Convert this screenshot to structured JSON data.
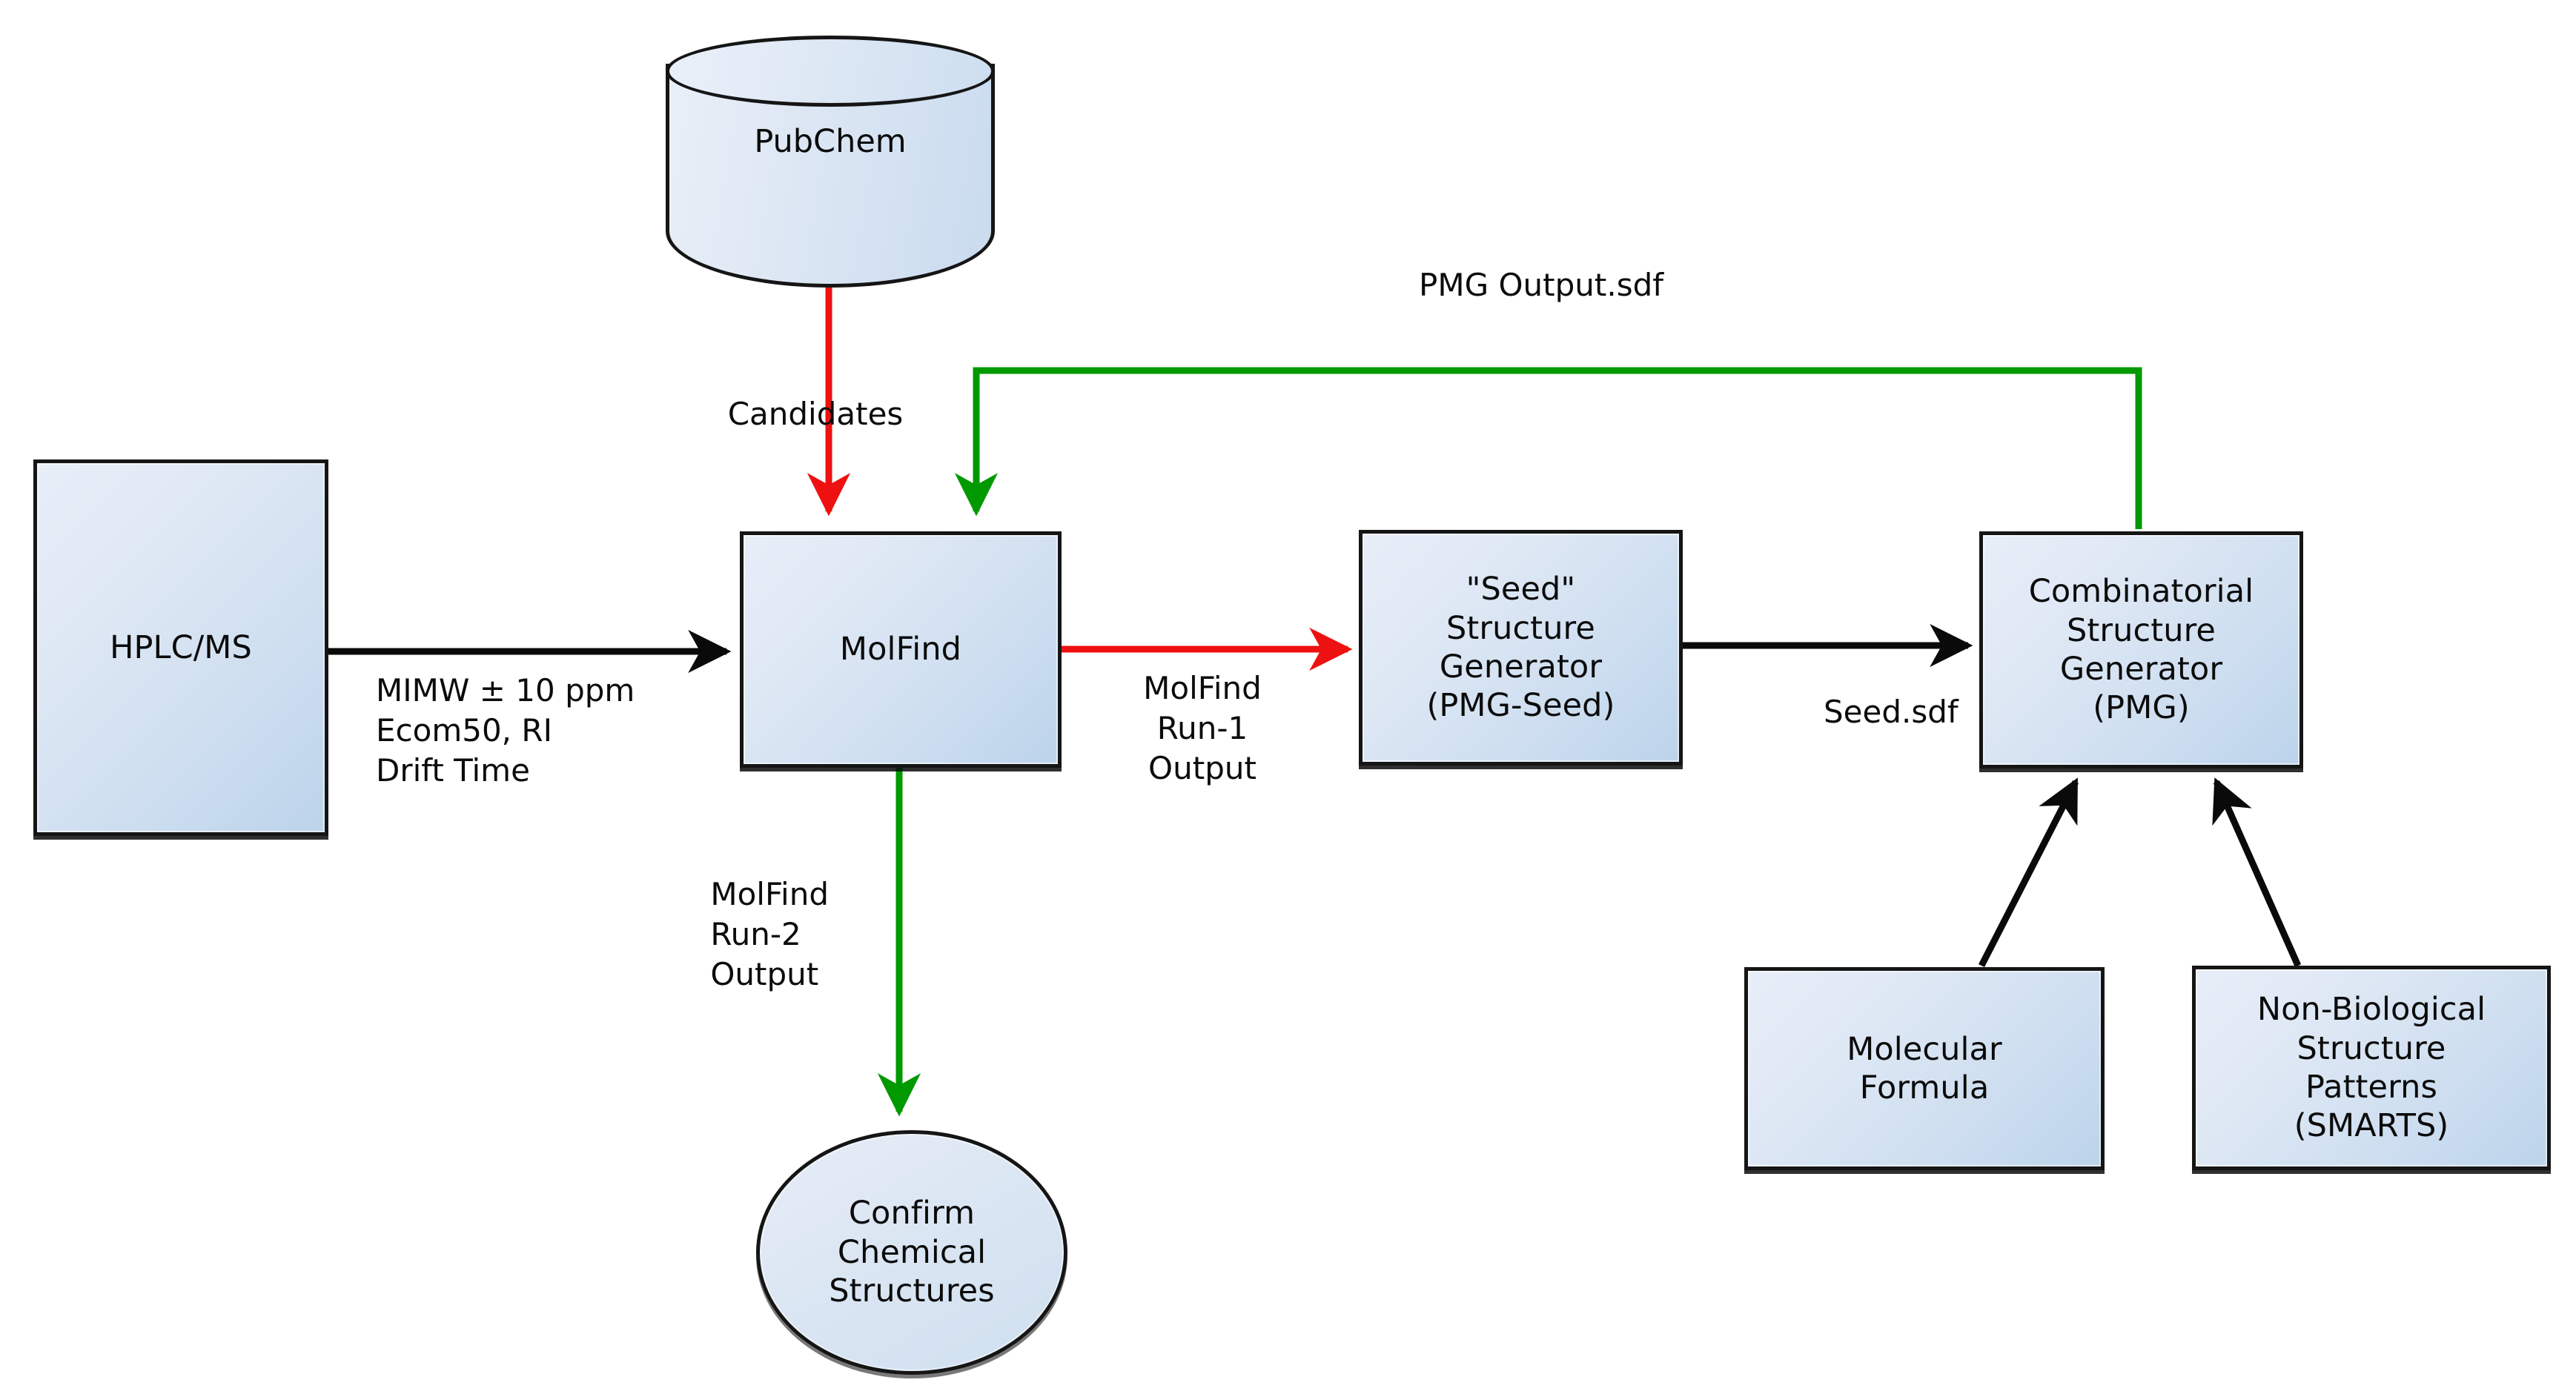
{
  "diagram": {
    "title": "MolFind / PMG structure identification workflow",
    "colors": {
      "node_fill_light": "#e8eef8",
      "node_fill_dark": "#bcd3ea",
      "node_stroke": "#151515",
      "arrow_black": "#0a0a0a",
      "arrow_red": "#ee1111",
      "arrow_green": "#009900",
      "background": "#ffffff"
    },
    "nodes": [
      {
        "id": "pubchem",
        "label": "PubChem",
        "shape": "cylinder"
      },
      {
        "id": "hplcms",
        "label": "HPLC/MS",
        "shape": "rect"
      },
      {
        "id": "molfind",
        "label": "MolFind",
        "shape": "rect"
      },
      {
        "id": "seedgen",
        "label": "\"Seed\"\nStructure\nGenerator\n(PMG-Seed)",
        "shape": "rect"
      },
      {
        "id": "pmg",
        "label": "Combinatorial\nStructure\nGenerator\n(PMG)",
        "shape": "rect"
      },
      {
        "id": "molformula",
        "label": "Molecular\nFormula",
        "shape": "rect"
      },
      {
        "id": "smarts",
        "label": "Non-Biological\nStructure\nPatterns\n(SMARTS)",
        "shape": "rect"
      },
      {
        "id": "confirm",
        "label": "Confirm\nChemical\nStructures",
        "shape": "ellipse"
      }
    ],
    "edges": [
      {
        "id": "e_hplc_molfind",
        "from": "hplcms",
        "to": "molfind",
        "color": "#0a0a0a",
        "label": "MIMW ± 10 ppm\nEcom50, RI\nDrift Time"
      },
      {
        "id": "e_pubchem_molfind",
        "from": "pubchem",
        "to": "molfind",
        "color": "#ee1111",
        "label": "Candidates"
      },
      {
        "id": "e_molfind_seed",
        "from": "molfind",
        "to": "seedgen",
        "color": "#ee1111",
        "label": "MolFind\nRun-1\nOutput"
      },
      {
        "id": "e_seed_pmg",
        "from": "seedgen",
        "to": "pmg",
        "color": "#0a0a0a",
        "label": "Seed.sdf"
      },
      {
        "id": "e_pmg_molfind",
        "from": "pmg",
        "to": "molfind",
        "color": "#009900",
        "label": "PMG Output.sdf"
      },
      {
        "id": "e_molfind_confirm",
        "from": "molfind",
        "to": "confirm",
        "color": "#009900",
        "label": "MolFind\nRun-2\nOutput"
      },
      {
        "id": "e_formula_pmg",
        "from": "molformula",
        "to": "pmg",
        "color": "#0a0a0a",
        "label": ""
      },
      {
        "id": "e_smarts_pmg",
        "from": "smarts",
        "to": "pmg",
        "color": "#0a0a0a",
        "label": ""
      }
    ]
  }
}
